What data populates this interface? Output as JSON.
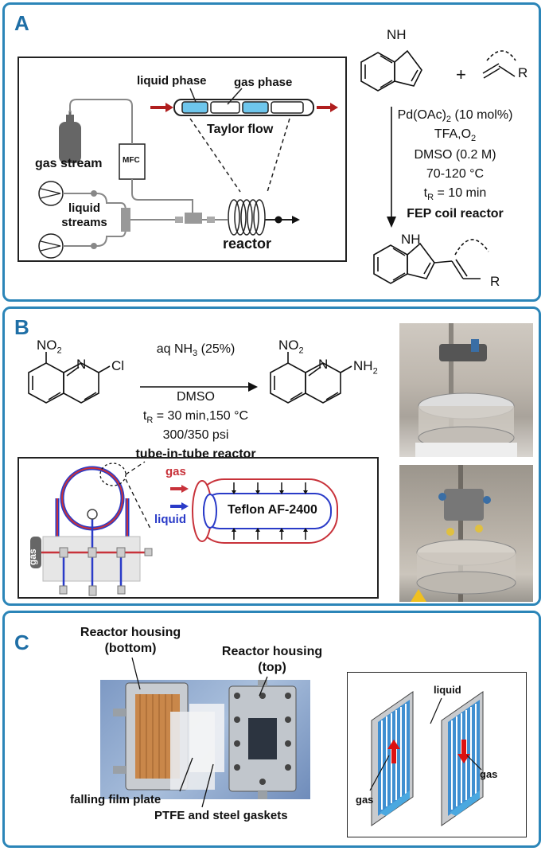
{
  "panel_a": {
    "letter": "A",
    "liquid_phase": "liquid phase",
    "gas_phase": "gas phase",
    "taylor_flow": "Taylor flow",
    "gas_stream": "gas stream",
    "mfc": "MFC",
    "liquid_streams_1": "liquid",
    "liquid_streams_2": "streams",
    "reactor": "reactor",
    "plus": "+",
    "r_label": "R",
    "nh": "H",
    "conditions": {
      "cat": "Pd(OAc)",
      "cat_sub": "2",
      "cat_rest": " (10 mol%)",
      "acid": "TFA,O",
      "acid_sub": "2",
      "solvent": "DMSO (0.2 M)",
      "temp": "70-120 °C",
      "tr": "t",
      "tr_sub": "R",
      "tr_rest": " = 10 min",
      "reactor": "FEP coil reactor"
    }
  },
  "panel_b": {
    "letter": "B",
    "no2": "NO",
    "no2_sub": "2",
    "n": "N",
    "cl": "Cl",
    "nh2": "NH",
    "nh2_sub": "2",
    "conditions": {
      "reagent": "aq NH",
      "reagent_sub": "3",
      "reagent_rest": " (25%)",
      "solvent": "DMSO",
      "tr": "t",
      "tr_sub": "R",
      "tr_rest": " = 30 min,150 °C",
      "pressure": "300/350 psi",
      "reactor": "tube-in-tube reactor"
    },
    "gas": "gas",
    "liquid": "liquid",
    "membrane": "Teflon AF-2400",
    "gas_cylinder": "gas"
  },
  "panel_c": {
    "letter": "C",
    "housing_bottom_1": "Reactor housing",
    "housing_bottom_2": "(bottom)",
    "housing_top_1": "Reactor housing",
    "housing_top_2": "(top)",
    "falling_film": "falling film plate",
    "gaskets": "PTFE and steel gaskets",
    "liquid": "liquid",
    "gas_left": "gas",
    "gas_right": "gas"
  }
}
